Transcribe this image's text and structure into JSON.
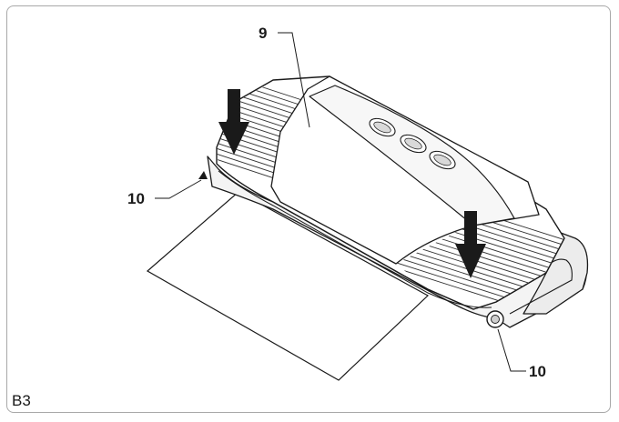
{
  "figure": {
    "label": "B3",
    "callouts": {
      "lid": "9",
      "release_left": "10",
      "release_right": "10"
    }
  }
}
